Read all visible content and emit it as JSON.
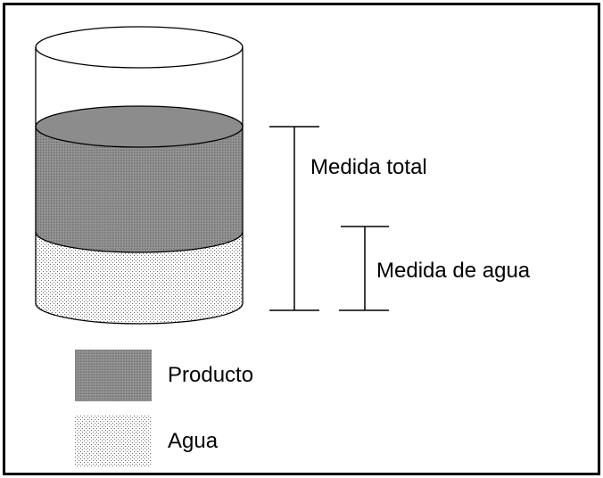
{
  "labels": {
    "total_measure": "Medida total",
    "water_measure": "Medida de agua"
  },
  "legend": [
    {
      "key": "product",
      "label": "Producto"
    },
    {
      "key": "water",
      "label": "Agua"
    }
  ],
  "colors": {
    "border": "#000000",
    "background": "#ffffff",
    "product_fill": "#888888",
    "water_dot": "#777777"
  }
}
